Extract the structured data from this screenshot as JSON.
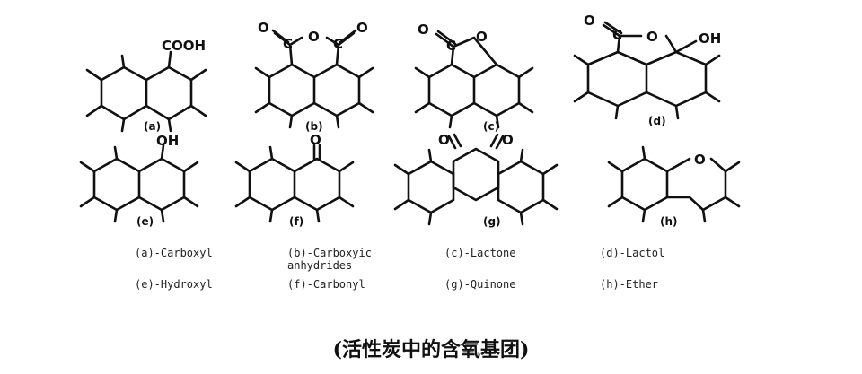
{
  "panels": [
    {
      "letter": "(a)",
      "name": "(a)-Carboxyl"
    },
    {
      "letter": "(b)",
      "name": "(b)-Carboxyic\nanhydrides"
    },
    {
      "letter": "(c)",
      "name": "(c)-Lactone"
    },
    {
      "letter": "(d)",
      "name": "(d)-Lactol"
    },
    {
      "letter": "(e)",
      "name": "(e)-Hydroxyl"
    },
    {
      "letter": "(f)",
      "name": "(f)-Carbonyl"
    },
    {
      "letter": "(g)",
      "name": "(g)-Quinone"
    },
    {
      "letter": "(h)",
      "name": "(h)-Ether"
    }
  ],
  "atoms": {
    "cooh": "COOH",
    "oh": "OH",
    "o": "O",
    "c": "C"
  },
  "caption": "(活性炭中的含氧基团)",
  "colors": {
    "ink": "#111111",
    "background": "#ffffff"
  }
}
